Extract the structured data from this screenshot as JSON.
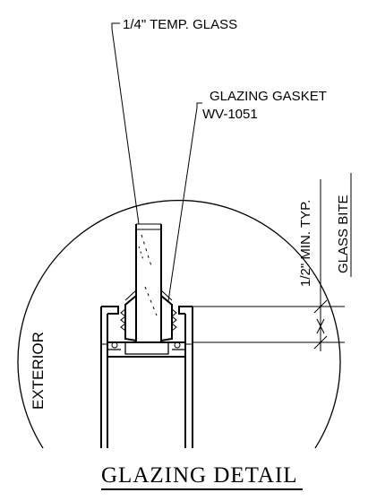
{
  "labels": {
    "glass": "1/4\" TEMP. GLASS",
    "gasket_line1": "GLAZING GASKET",
    "gasket_line2": "WV-1051",
    "bite_line1": "1/2\" MIN. TYP.",
    "bite_line2": "GLASS BITE",
    "exterior": "EXTERIOR",
    "title": "GLAZING DETAIL"
  }
}
